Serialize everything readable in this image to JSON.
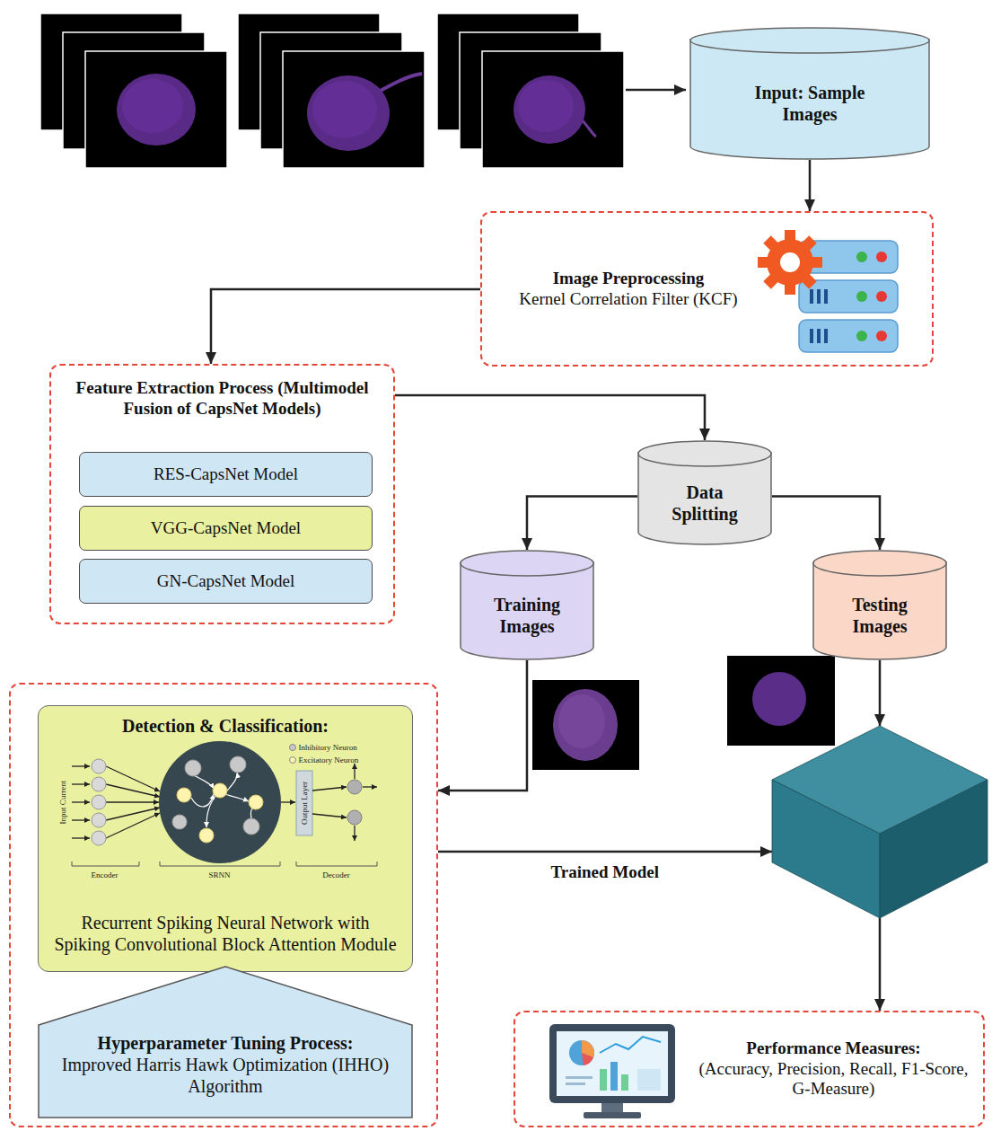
{
  "diagram": {
    "nodes": [
      {
        "text": [
          "Input: Sample Images"
        ]
      },
      {
        "text": [
          "Image Preprocessing",
          "Kernel Correlation Filter (KCF)"
        ]
      },
      {
        "text": [
          "Feature Extraction Process (Multimodel Fusion of CapsNet Models)"
        ]
      },
      {
        "text": [
          "RES-CapsNet Model"
        ],
        "in": 2
      },
      {
        "text": [
          "VGG-CapsNet Model"
        ],
        "in": 2
      },
      {
        "text": [
          "GN-CapsNet Model"
        ],
        "in": 2
      },
      {
        "text": [
          "Data Splitting"
        ]
      },
      {
        "text": [
          "Training Images"
        ]
      },
      {
        "text": [
          "Testing Images"
        ]
      },
      {
        "text": []
      },
      {
        "text": [
          "Detection & Classification:",
          "Recurrent Spiking Neural Network with Spiking Convolutional Block Attention Module"
        ],
        "in": 9
      },
      {
        "text": [
          "Hyperparameter Tuning Process:",
          "Improved Harris Hawk Optimization (IHHO) Algorithm"
        ],
        "in": 9
      },
      {
        "text": []
      },
      {
        "text": [
          "Performance Measures:",
          "(Accuracy, Precision, Recall, F1-Score, G-Measure)"
        ]
      }
    ],
    "edges": [
      {
        "from": 0,
        "to": 1,
        "arrow": "to"
      },
      {
        "from": 1,
        "to": 2,
        "arrow": "to"
      },
      {
        "from": 2,
        "to": 6,
        "arrow": "to"
      },
      {
        "from": 6,
        "to": 7,
        "arrow": "to"
      },
      {
        "from": 6,
        "to": 8,
        "arrow": "to"
      },
      {
        "from": 7,
        "to": 9,
        "arrow": "to"
      },
      {
        "from": 8,
        "to": 12,
        "arrow": "to"
      },
      {
        "from": 9,
        "to": 12,
        "label": "Trained Model",
        "arrow": "to"
      },
      {
        "from": 12,
        "to": 13,
        "arrow": "to"
      }
    ],
    "labels": [
      "Input Current",
      "Encoder",
      "SRNN",
      "Output Layer",
      "Decoder"
    ],
    "legend": [
      {
        "text": "Inhibitory Neuron",
        "color": "#c8c8c8"
      },
      {
        "text": "Excitatory Neuron",
        "color": "#fff3b0"
      }
    ]
  }
}
